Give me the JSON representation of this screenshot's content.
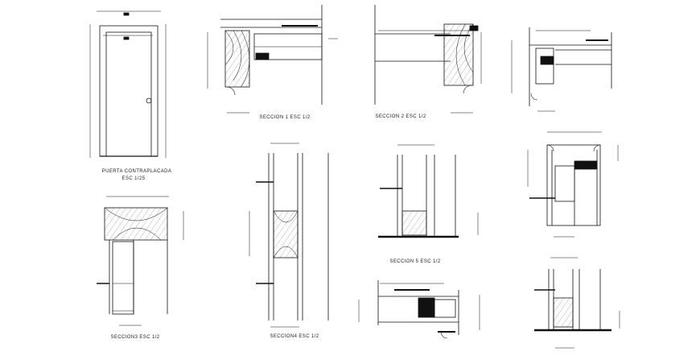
{
  "drawing": {
    "door_title": "PUERTA CONTRAPLACADA",
    "door_scale": "ESC 1/25",
    "sections": [
      {
        "label": "SECCION 1  ESC 1/2"
      },
      {
        "label": "SECCION 2  ESC 1/2"
      },
      {
        "label": "SECCION3  ESC 1/2"
      },
      {
        "label": "SECCION4  ESC 1/2"
      },
      {
        "label": "SECCION 5  ESC 1/2"
      }
    ]
  }
}
